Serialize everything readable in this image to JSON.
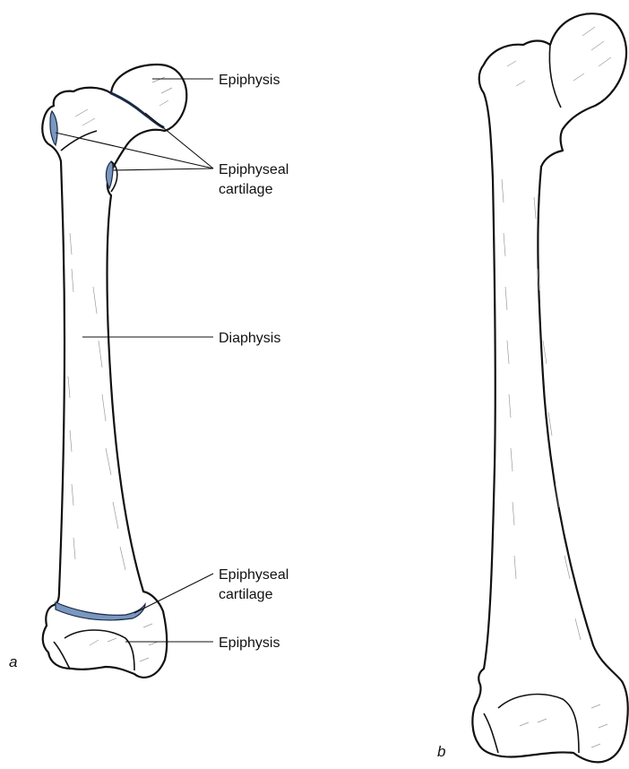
{
  "labels": {
    "epiphysis_top": "Epiphysis",
    "epiphyseal_top_line1": "Epiphyseal",
    "epiphyseal_top_line2": "cartilage",
    "diaphysis": "Diaphysis",
    "epiphyseal_bottom_line1": "Epiphyseal",
    "epiphyseal_bottom_line2": "cartilage",
    "epiphysis_bottom": "Epiphysis"
  },
  "panels": {
    "a": "a",
    "b": "b"
  },
  "colors": {
    "cartilage": "#7a97bf",
    "outline": "#111111"
  }
}
